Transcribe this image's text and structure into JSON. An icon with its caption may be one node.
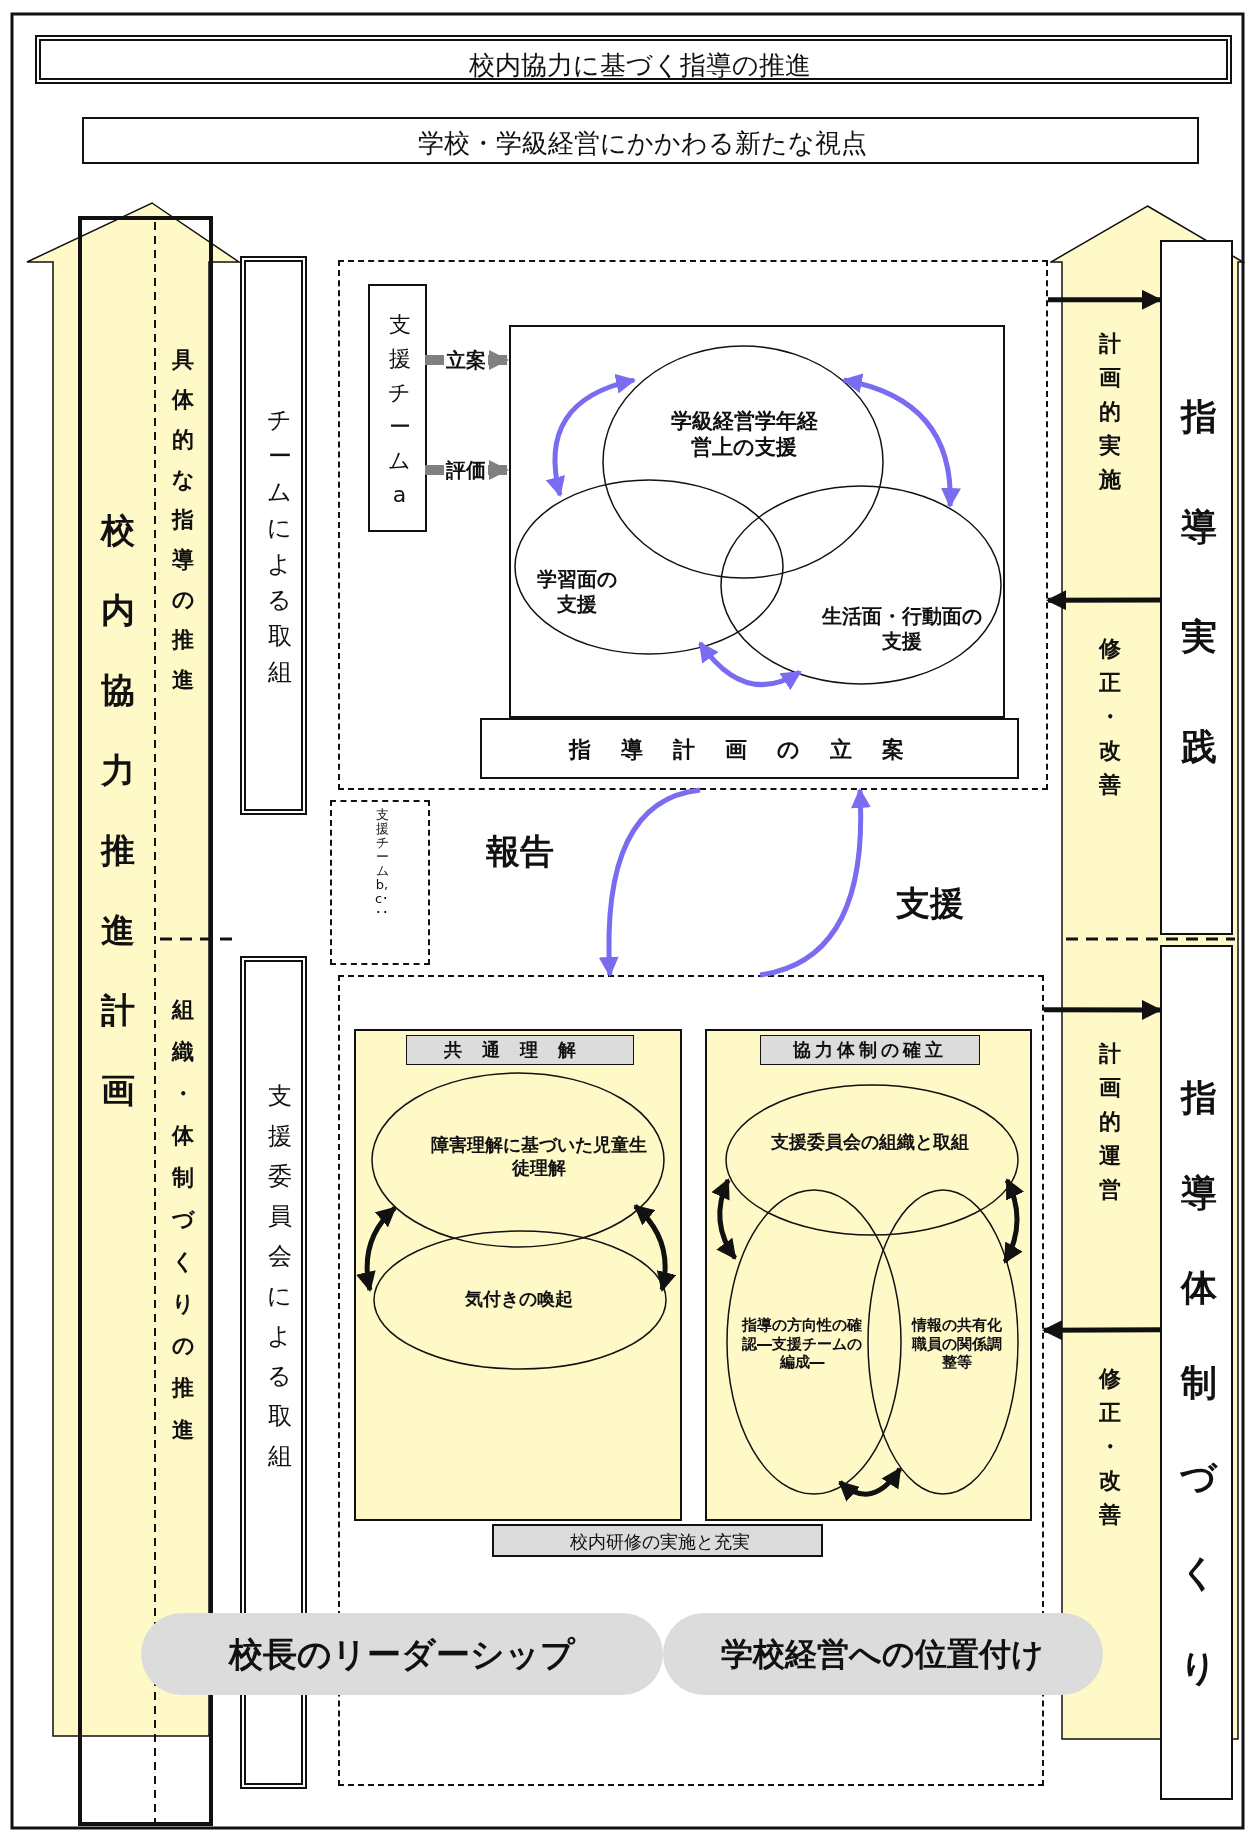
{
  "diagram": {
    "nodes": [
      {
        "text": [
          "校内協力に基づく指導の推進"
        ]
      },
      {
        "text": [
          "学校・学級経営にかかわる新たな視点"
        ]
      },
      {
        "text": [
          "校内協力推進計画",
          "具体的な指導の推進",
          "組織・体制づくりの推進"
        ]
      },
      {
        "text": [
          "チームによる取組"
        ]
      },
      {
        "text": [],
        "shape": "box"
      },
      {
        "text": [
          "支援チームa"
        ],
        "in": 4
      },
      {
        "text": [],
        "shape": "box",
        "in": 4
      },
      {
        "text": [
          "学級経営学年経営上の支援"
        ],
        "in": 6
      },
      {
        "text": [
          "学習面の支援"
        ],
        "in": 6
      },
      {
        "text": [
          "生活面・行動面の支援"
        ],
        "in": 6
      },
      {
        "text": [
          "指導計画の立案"
        ],
        "in": 4
      },
      {
        "text": [
          "支援チームb,c･･･"
        ]
      },
      {
        "text": [
          "支援委員会による取組"
        ]
      },
      {
        "text": [],
        "shape": "box"
      },
      {
        "text": [
          "共通理解"
        ],
        "in": 13
      },
      {
        "text": [
          "障害理解に基づいた児童生徒理解"
        ],
        "in": 14
      },
      {
        "text": [
          "気付きの喚起"
        ],
        "in": 14
      },
      {
        "text": [
          "協力体制の確立"
        ],
        "in": 13
      },
      {
        "text": [
          "支援委員会の組織と取組"
        ],
        "in": 17
      },
      {
        "text": [
          "指導の方向性の確認―支援チームの編成―"
        ],
        "in": 17
      },
      {
        "text": [
          "情報の共有化職員の関係調整等"
        ],
        "in": 17
      },
      {
        "text": [
          "校内研修の実施と充実"
        ],
        "in": 13
      },
      {
        "text": [
          "校長のリーダーシップ"
        ]
      },
      {
        "text": [
          "学校経営への位置付け"
        ]
      },
      {
        "text": [],
        "shape": "arrow"
      },
      {
        "text": [
          "指導実践"
        ],
        "in": 24
      },
      {
        "text": [
          "指導体制づくり"
        ],
        "in": 24
      }
    ],
    "edges": [
      {
        "from": 4,
        "to": 13,
        "arrow": "to",
        "label": "報告",
        "color": "#7a6cf0"
      },
      {
        "from": 13,
        "to": 4,
        "arrow": "to",
        "label": "支援",
        "color": "#7a6cf0"
      },
      {
        "from": 8,
        "to": 7,
        "arrow": "both",
        "color": "#7a6cf0"
      },
      {
        "from": 7,
        "to": 9,
        "arrow": "both",
        "color": "#7a6cf0"
      },
      {
        "from": 8,
        "to": 9,
        "arrow": "both",
        "color": "#7a6cf0"
      },
      {
        "from": 5,
        "to": 6,
        "arrow": "to",
        "label": "立案",
        "style": "thick",
        "color": "#808080"
      },
      {
        "from": 5,
        "to": 6,
        "arrow": "to",
        "label": "評価",
        "style": "thick",
        "color": "#808080"
      },
      {
        "from": 4,
        "to": 25,
        "arrow": "to",
        "label": "計画的実施"
      },
      {
        "from": 25,
        "to": 4,
        "arrow": "to",
        "label": "修正・改善"
      },
      {
        "from": 13,
        "to": 26,
        "arrow": "to",
        "label": "計画的運営"
      },
      {
        "from": 26,
        "to": 13,
        "arrow": "to",
        "label": "修正・改善"
      },
      {
        "from": 15,
        "to": 16,
        "arrow": "both"
      },
      {
        "from": 15,
        "to": 16,
        "arrow": "both"
      },
      {
        "from": 18,
        "to": 19,
        "arrow": "both"
      },
      {
        "from": 18,
        "to": 20,
        "arrow": "both"
      },
      {
        "from": 19,
        "to": 20,
        "arrow": "both"
      }
    ]
  }
}
